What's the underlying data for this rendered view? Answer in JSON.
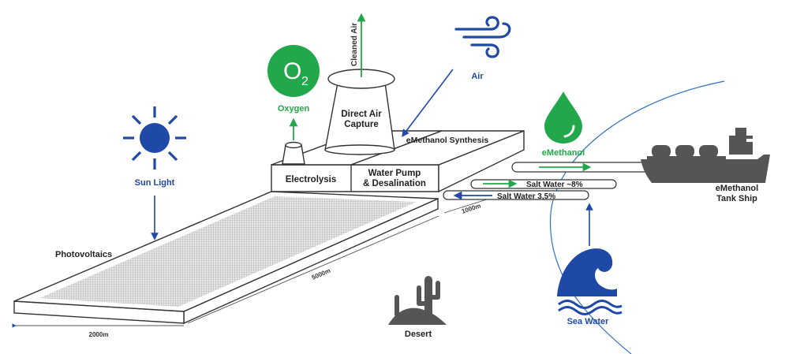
{
  "colors": {
    "blue": "#1f49a6",
    "green": "#22a84a",
    "outline": "#333333",
    "panel_fill": "#d9d9d9"
  },
  "inputs": {
    "sun_light": "Sun Light",
    "air": "Air",
    "sea_water": "Sea Water"
  },
  "outputs": {
    "oxygen": "Oxygen",
    "oxygen_symbol": "O",
    "oxygen_subscript": "2",
    "cleaned_air": "Cleaned Air",
    "emethanol": "eMethanol"
  },
  "facility": {
    "direct_air_capture_line1": "Direct Air",
    "direct_air_capture_line2": "Capture",
    "emethanol_synthesis": "eMethanol Synthesis",
    "electrolysis": "Electrolysis",
    "water_pump_line1": "Water Pump",
    "water_pump_line2": "& Desalination",
    "photovoltaics": "Photovoltaics"
  },
  "pipes": {
    "salt_water_out": "Salt Water ~8%",
    "salt_water_in": "Salt Water 3,5%"
  },
  "dimensions": {
    "width": "2000m",
    "length": "5000m",
    "pipe_length": "1000m"
  },
  "other": {
    "desert": "Desert",
    "ship_line1": "eMethanol",
    "ship_line2": "Tank Ship"
  },
  "icons": [
    "sun-icon",
    "wind-icon",
    "oxygen-icon",
    "droplet-icon",
    "wave-icon",
    "cactus-icon",
    "ship-icon"
  ]
}
